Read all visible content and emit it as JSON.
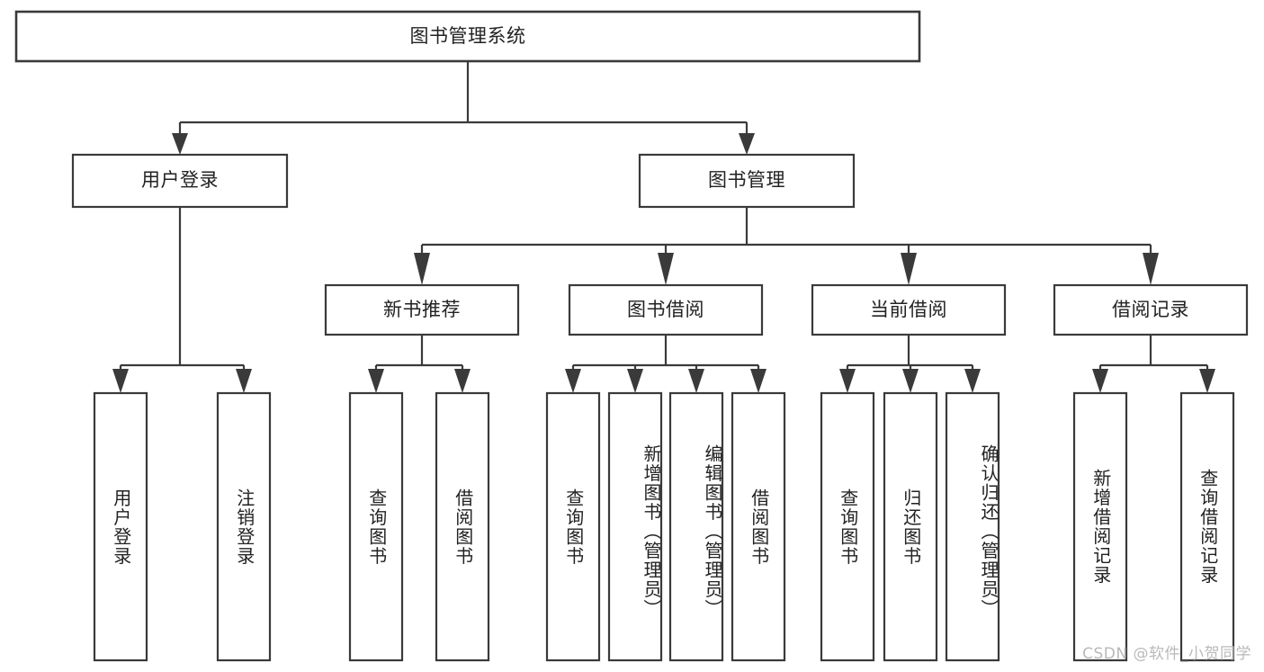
{
  "diagram": {
    "type": "tree-hierarchy",
    "title": "图书管理系统",
    "watermark": "CSDN @软件_小贺同学",
    "colors": {
      "stroke": "#3a3a3a",
      "fill": "#ffffff",
      "text": "#222222",
      "watermark": "#b9b9b9",
      "background": "#ffffff"
    },
    "nodes": {
      "root": {
        "label": "图书管理系统"
      },
      "level2": [
        {
          "id": "user-login",
          "label": "用户登录"
        },
        {
          "id": "book-manage",
          "label": "图书管理"
        }
      ],
      "level3": [
        {
          "id": "new-book-rec",
          "label": "新书推荐",
          "parent": "book-manage"
        },
        {
          "id": "book-borrow",
          "label": "图书借阅",
          "parent": "book-manage"
        },
        {
          "id": "current-borrow",
          "label": "当前借阅",
          "parent": "book-manage"
        },
        {
          "id": "borrow-record",
          "label": "借阅记录",
          "parent": "book-manage"
        }
      ],
      "leaves": [
        {
          "id": "leaf-user-login",
          "label": "用户登录",
          "parent": "user-login"
        },
        {
          "id": "leaf-logout-login",
          "label": "注销登录",
          "parent": "user-login"
        },
        {
          "id": "leaf-query-book-1",
          "label": "查询图书",
          "parent": "new-book-rec"
        },
        {
          "id": "leaf-borrow-book-1",
          "label": "借阅图书",
          "parent": "new-book-rec"
        },
        {
          "id": "leaf-query-book-2",
          "label": "查询图书",
          "parent": "book-borrow"
        },
        {
          "id": "leaf-add-book",
          "label": "新增图书（管理员）",
          "parent": "book-borrow"
        },
        {
          "id": "leaf-edit-book",
          "label": "编辑图书（管理员）",
          "parent": "book-borrow"
        },
        {
          "id": "leaf-borrow-book-2",
          "label": "借阅图书",
          "parent": "book-borrow"
        },
        {
          "id": "leaf-query-book-3",
          "label": "查询图书",
          "parent": "current-borrow"
        },
        {
          "id": "leaf-return-book",
          "label": "归还图书",
          "parent": "current-borrow"
        },
        {
          "id": "leaf-confirm-return",
          "label": "确认归还（管理员）",
          "parent": "current-borrow"
        },
        {
          "id": "leaf-add-record",
          "label": "新增借阅记录",
          "parent": "borrow-record"
        },
        {
          "id": "leaf-query-record",
          "label": "查询借阅记录",
          "parent": "borrow-record"
        }
      ]
    }
  }
}
